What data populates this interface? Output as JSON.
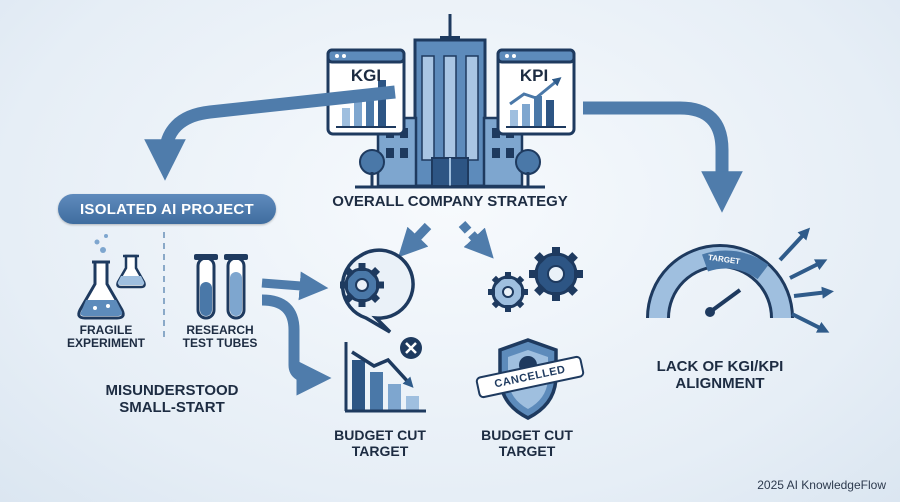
{
  "center": {
    "title": "OVERALL COMPANY STRATEGY",
    "kgi_label": "KGI",
    "kpi_label": "KPI"
  },
  "left": {
    "badge": "ISOLATED AI PROJECT",
    "fragile_label": "FRAGILE\nEXPERIMENT",
    "tubes_label": "RESEARCH\nTEST TUBES",
    "caption": "MISUNDERSTOOD\nSMALL-START"
  },
  "middle": {
    "budget_cut_1": "BUDGET CUT\nTARGET",
    "budget_cut_2": "BUDGET CUT\nTARGET",
    "stamp": "CANCELLED"
  },
  "right": {
    "caption": "LACK OF KGI/KPI\nALIGNMENT",
    "gauge_label": "TARGET"
  },
  "footer": {
    "credit": "2025 AI KnowledgeFlow"
  },
  "colors": {
    "dark": "#1e3a5f",
    "mid": "#4a78a8",
    "light": "#9fbfdf",
    "arrow": "#4f7cab"
  }
}
